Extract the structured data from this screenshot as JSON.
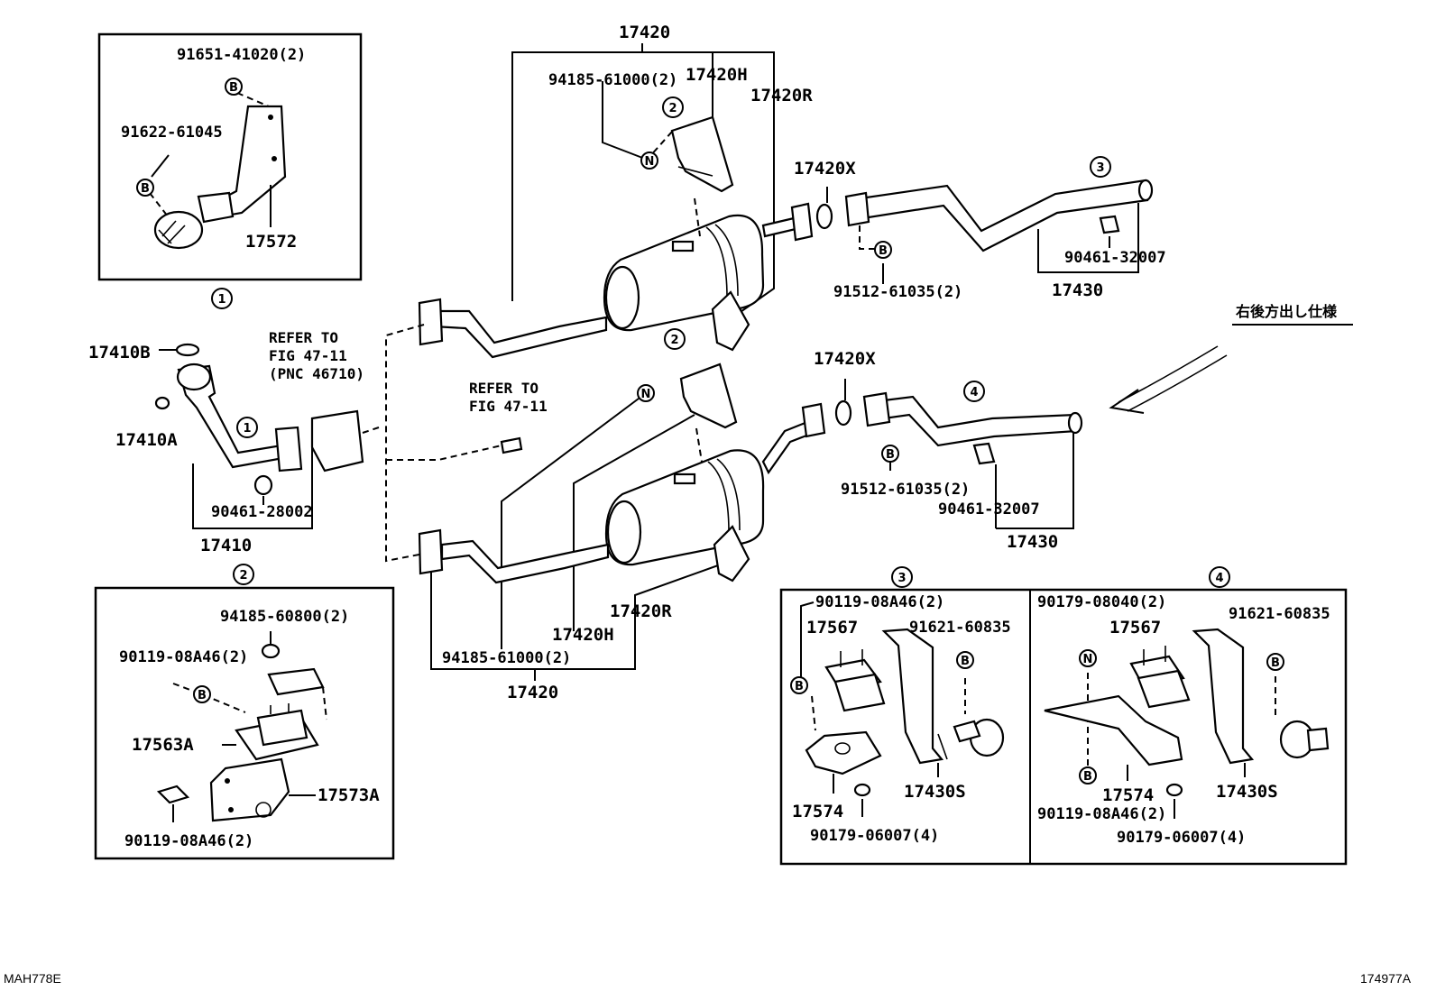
{
  "footer": {
    "left_code": "MAH778E",
    "right_code": "174977A"
  },
  "annotation_jp": "右後方出し仕様",
  "refs": {
    "refer_a": [
      "REFER TO",
      "FIG 47-11",
      "(PNC 46710)"
    ],
    "refer_b": [
      "REFER TO",
      "FIG 47-11"
    ]
  },
  "circle_marks": {
    "c1": "1",
    "c2": "2",
    "c3": "3",
    "c4": "4"
  },
  "letter_marks": {
    "b": "B",
    "n": "N"
  },
  "upper_assembly": {
    "assy": "17420",
    "nut": "94185-61000(2)",
    "hanger": "17420H",
    "bracket": "17420R",
    "gasket": "17420X",
    "bolt": "91512-61035(2)",
    "clamp": "90461-32007",
    "tail_pipe": "17430"
  },
  "lower_assembly": {
    "assy": "17420",
    "nut": "94185-61000(2)",
    "hanger": "17420H",
    "bracket": "17420R",
    "gasket": "17420X",
    "bolt": "91512-61035(2)",
    "clamp": "90461-32007",
    "tail_pipe": "17430"
  },
  "front_pipe": {
    "pipe": "17410",
    "gasket_b": "17410B",
    "gasket_a": "17410A",
    "clamp": "90461-28002"
  },
  "detail_1": {
    "bolt": "91651-41020(2)",
    "bolt2": "91622-61045",
    "bracket": "17572"
  },
  "detail_2": {
    "nut": "94185-60800(2)",
    "bolt_top": "90119-08A46(2)",
    "mount": "17563A",
    "bracket": "17573A",
    "bolt_bottom": "90119-08A46(2)"
  },
  "detail_3": {
    "bolt_top": "90119-08A46(2)",
    "mount": "17567",
    "bolt_side": "91621-60835",
    "bracket": "17574",
    "hanger": "17430S",
    "nut": "90179-06007(4)"
  },
  "detail_4": {
    "nut_top": "90179-08040(2)",
    "mount": "17567",
    "bolt_side": "91621-60835",
    "bracket": "17574",
    "hanger": "17430S",
    "bolt_bottom": "90119-08A46(2)",
    "nut": "90179-06007(4)"
  }
}
